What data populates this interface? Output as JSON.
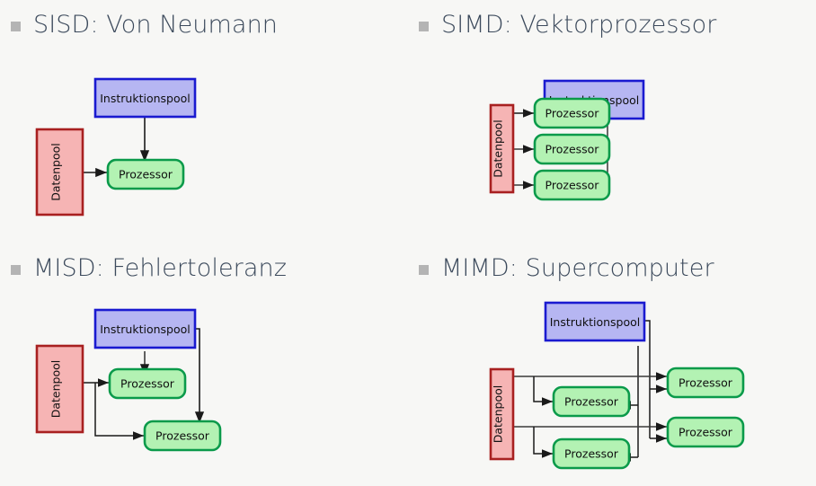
{
  "page": {
    "background": "#f7f7f5",
    "title_color": "#3c4a5c",
    "bullet_color": "#b4b4b4"
  },
  "palette": {
    "instruction_fill": "#b6b6f2",
    "instruction_stroke": "#1a1ad0",
    "data_fill": "#f6b4b4",
    "data_stroke": "#a82020",
    "processor_fill": "#b3f2b3",
    "processor_stroke": "#0a9a4a",
    "arrow_color": "#1a1a1a",
    "line_color": "#3a3a3a"
  },
  "labels": {
    "instruction_pool": "Instruktionspool",
    "data_pool": "Datenpool",
    "processor": "Prozessor"
  },
  "quadrants": [
    {
      "id": "sisd",
      "heading": "SISD: Von Neumann",
      "bullet": "square-bullet",
      "instruction_pools": 1,
      "data_pools": 1,
      "processors": 1
    },
    {
      "id": "simd",
      "heading": "SIMD: Vektorprozessor",
      "bullet": "square-bullet",
      "instruction_pools": 1,
      "data_pools": 1,
      "processors": 3
    },
    {
      "id": "misd",
      "heading": "MISD: Fehlertoleranz",
      "bullet": "square-bullet",
      "instruction_pools": 1,
      "data_pools": 1,
      "processors": 2
    },
    {
      "id": "mimd",
      "heading": "MIMD: Supercomputer",
      "bullet": "square-bullet",
      "instruction_pools": 1,
      "data_pools": 1,
      "processors": 4
    }
  ]
}
